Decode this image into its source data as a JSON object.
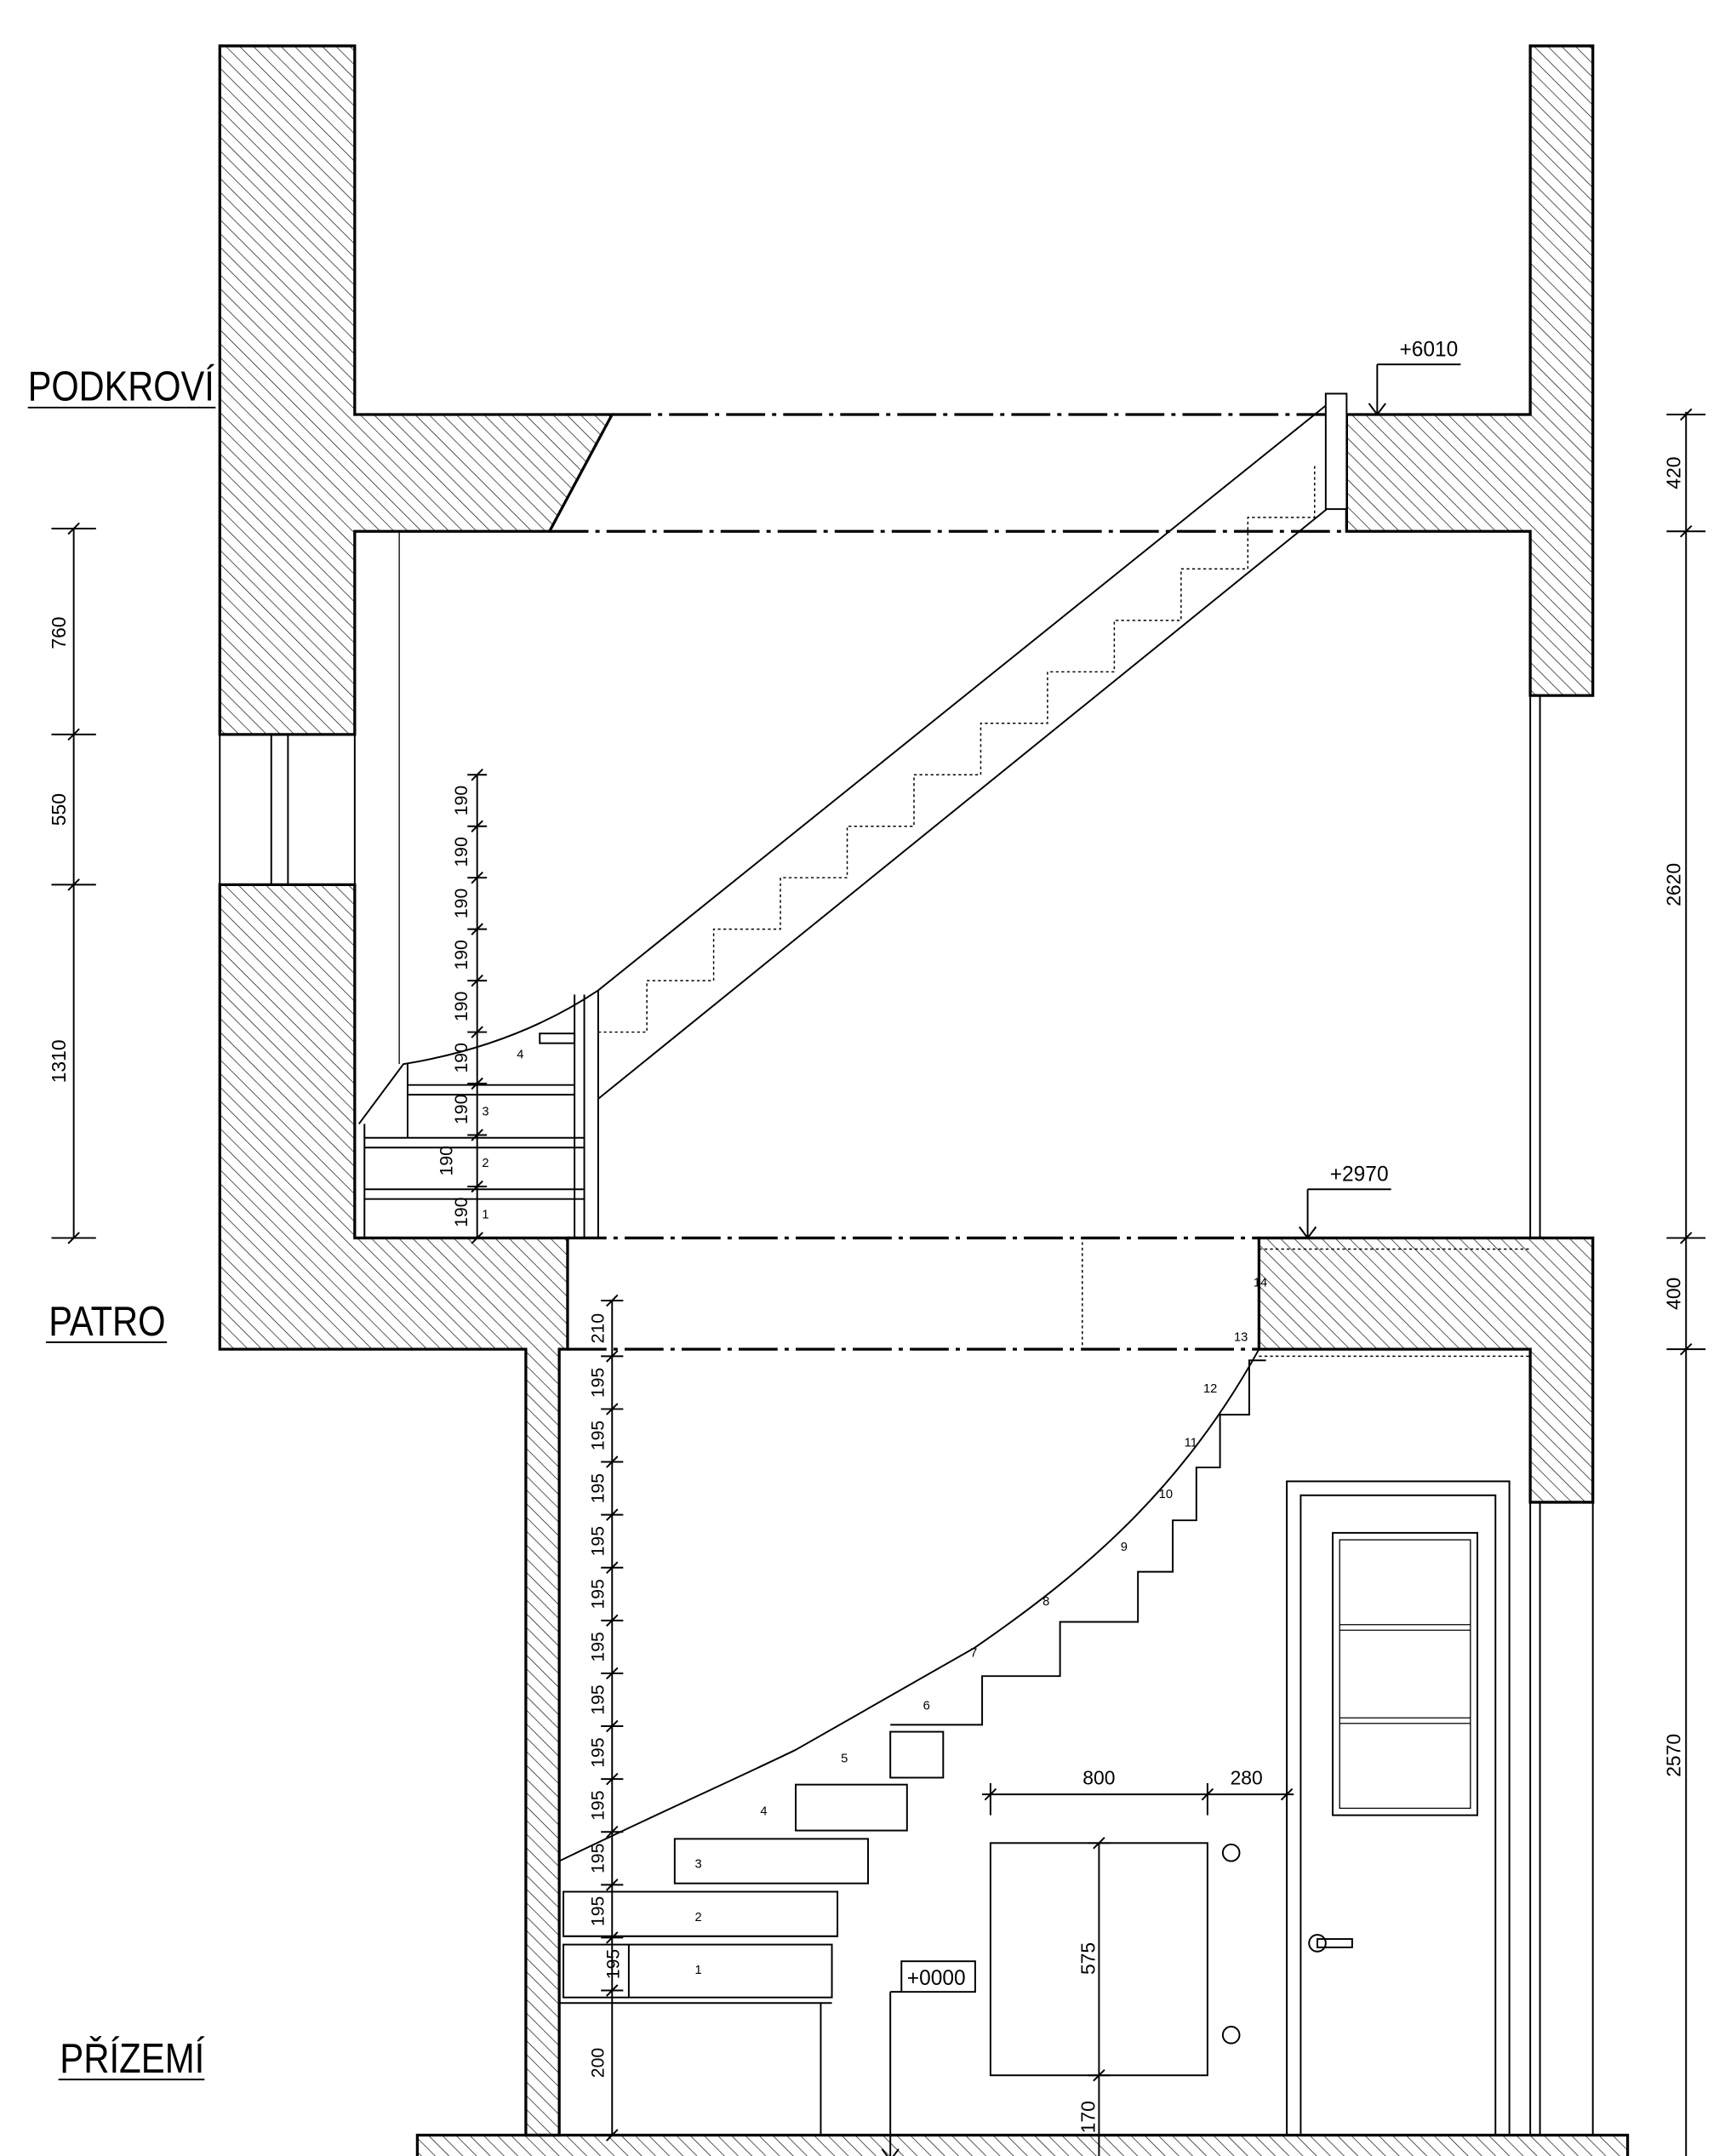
{
  "floor_labels": {
    "attic": "PODKROVÍ",
    "upper_floor": "PATRO",
    "ground_floor": "PŘÍZEMÍ"
  },
  "levels": {
    "attic": "+6010",
    "upper_floor": "+2970",
    "ground_floor": "+0000"
  },
  "left_dimensions": [
    "760",
    "550",
    "1310"
  ],
  "right_dimensions": [
    "420",
    "2620",
    "400",
    "2570"
  ],
  "upper_stair": {
    "riser_heights": [
      "190",
      "190",
      "190",
      "190",
      "190",
      "190",
      "190",
      "190",
      "190"
    ],
    "step_numbers": [
      "1",
      "2",
      "3",
      "4"
    ]
  },
  "lower_stair": {
    "riser_heights": [
      "210",
      "195",
      "195",
      "195",
      "195",
      "195",
      "195",
      "195",
      "195",
      "195",
      "195",
      "195",
      "195",
      "200"
    ],
    "step_numbers": [
      "1",
      "2",
      "3",
      "4",
      "5",
      "6",
      "7",
      "8",
      "9",
      "10",
      "11",
      "12",
      "13",
      "14"
    ]
  },
  "fixture_dimensions": {
    "width": "800",
    "clearance": "280",
    "height": "575",
    "sill": "170"
  }
}
